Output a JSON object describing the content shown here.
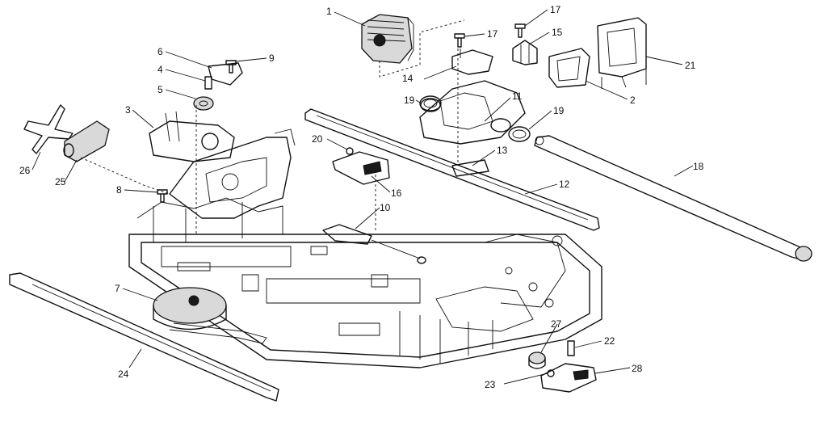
{
  "callouts": {
    "c1": "1",
    "c2": "2",
    "c3": "3",
    "c4": "4",
    "c5": "5",
    "c6": "6",
    "c7": "7",
    "c8": "8",
    "c9": "9",
    "c10": "10",
    "c11": "11",
    "c12": "12",
    "c13": "13",
    "c14": "14",
    "c15": "15",
    "c16": "16",
    "c17a": "17",
    "c17b": "17",
    "c18": "18",
    "c19a": "19",
    "c19b": "19",
    "c20": "20",
    "c21": "21",
    "c22": "22",
    "c23": "23",
    "c24": "24",
    "c25": "25",
    "c26": "26",
    "c27": "27",
    "c28": "28"
  }
}
